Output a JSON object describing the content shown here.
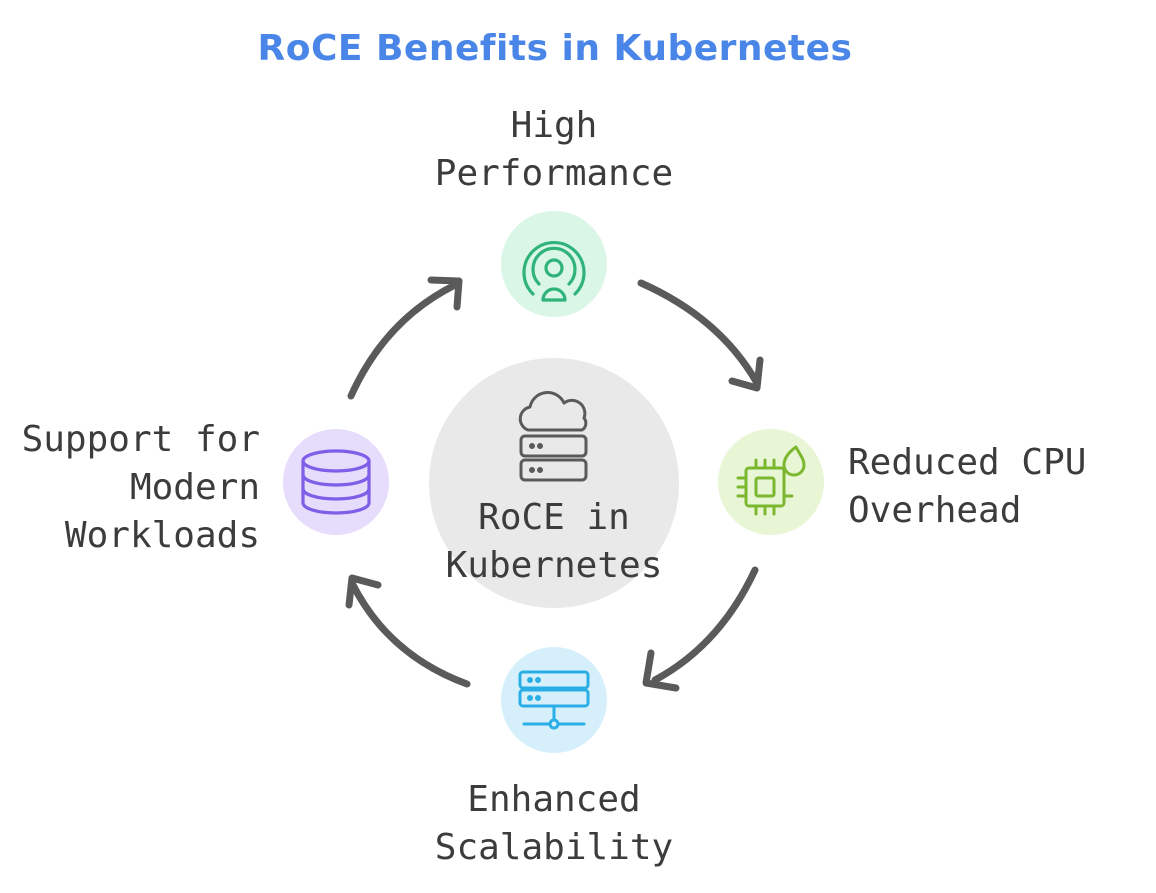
{
  "title": "RoCE Benefits in Kubernetes",
  "center": {
    "line1": "RoCE in",
    "line2": "Kubernetes",
    "icon": "cloud-server-icon"
  },
  "nodes": [
    {
      "id": "top",
      "line1": "High",
      "line2": "Performance",
      "icon": "broadcast-user-icon",
      "color": "#2fb37a",
      "bg": "#d9f6e6"
    },
    {
      "id": "right",
      "line1": "Reduced CPU",
      "line2": "Overhead",
      "icon": "cpu-flame-icon",
      "color": "#7cb82f",
      "bg": "#e8f6d6"
    },
    {
      "id": "bottom",
      "line1": "Enhanced",
      "line2": "Scalability",
      "icon": "server-network-icon",
      "color": "#2aaee6",
      "bg": "#d6f0fb"
    },
    {
      "id": "left",
      "line1": "Support for",
      "line2": "Modern",
      "line3": "Workloads",
      "icon": "database-icon",
      "color": "#7f5ee8",
      "bg": "#e6dcfc"
    }
  ],
  "colors": {
    "title": "#4a86e8",
    "text": "#3c3c3c",
    "arrow": "#5a5a5a",
    "center_fill": "#e9e9e9"
  }
}
